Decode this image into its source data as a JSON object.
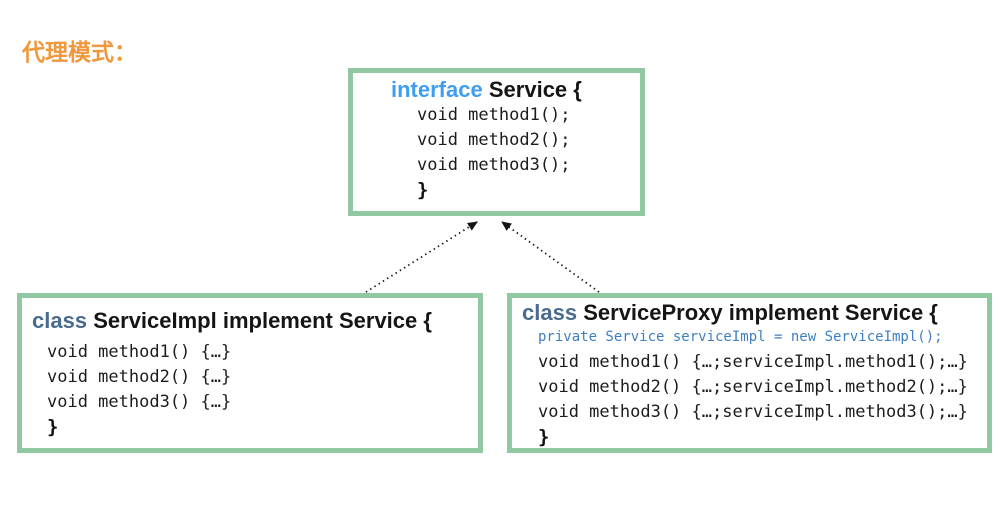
{
  "title": "代理模式：",
  "colors": {
    "title_orange": "#f0983e",
    "box_border_green": "#92c8a1",
    "interface_keyword_blue": "#3f9ef1",
    "class_keyword_slate": "#4a6b8e",
    "field_line_blue": "#3d7fc1",
    "code_text": "#1c1c1c",
    "arrow_black": "#141414"
  },
  "boxes": {
    "interface": {
      "keyword": "interface",
      "name": "Service {",
      "lines": [
        "void method1();",
        "void method2();",
        "void method3();"
      ],
      "close": "}"
    },
    "impl": {
      "keyword": "class",
      "name": "ServiceImpl implement Service {",
      "lines": [
        "void method1() {…}",
        "void method2() {…}",
        "void method3() {…}"
      ],
      "close": "}"
    },
    "proxy": {
      "keyword": "class",
      "name": "ServiceProxy implement Service {",
      "field": "private Service serviceImpl = new ServiceImpl();",
      "lines": [
        "void method1() {…;serviceImpl.method1();…}",
        "void method2() {…;serviceImpl.method2();…}",
        "void method3() {…;serviceImpl.method3();…}"
      ],
      "close": "}"
    }
  }
}
